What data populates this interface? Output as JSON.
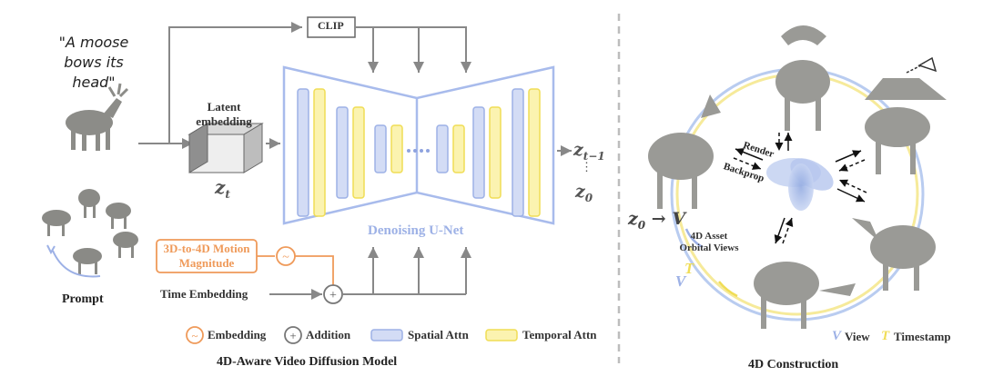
{
  "prompt_text": "\"A moose bows its head\"",
  "prompt_caption": "Prompt",
  "clip_label": "CLIP",
  "latent_label": "Latent embedding",
  "zt_label": "z",
  "zt_sub": "t",
  "unet_label": "Denoising U-Net",
  "motion_label_line1": "3D-to-4D Motion",
  "motion_label_line2": "Magnitude",
  "time_embedding_label": "Time Embedding",
  "out_top": "z",
  "out_top_sub": "t−1",
  "out_bottom": "z",
  "out_bottom_sub": "0",
  "left_caption": "4D-Aware Video Diffusion Model",
  "right_caption": "4D Construction",
  "render_label": "Render",
  "backprop_label": "Backprop",
  "z0_to_v": "z",
  "z0_sub": "0",
  "v_symbol": "V",
  "asset_line1": "4D Asset",
  "asset_line2": "Orbital Views",
  "legend": {
    "embedding": "Embedding",
    "addition": "Addition",
    "spatial": "Spatial Attn",
    "temporal": "Temporal Attn",
    "view": "View",
    "timestamp": "Timestamp",
    "view_symbol": "V",
    "timestamp_symbol": "T"
  },
  "colors": {
    "spatial": "#d3dcf5",
    "spatial_border": "#9db1e6",
    "temporal": "#fbf3b0",
    "temporal_border": "#f0dd55",
    "embedding": "#ef9a5a",
    "gray": "#888888",
    "unet_border": "#a8bbec"
  }
}
